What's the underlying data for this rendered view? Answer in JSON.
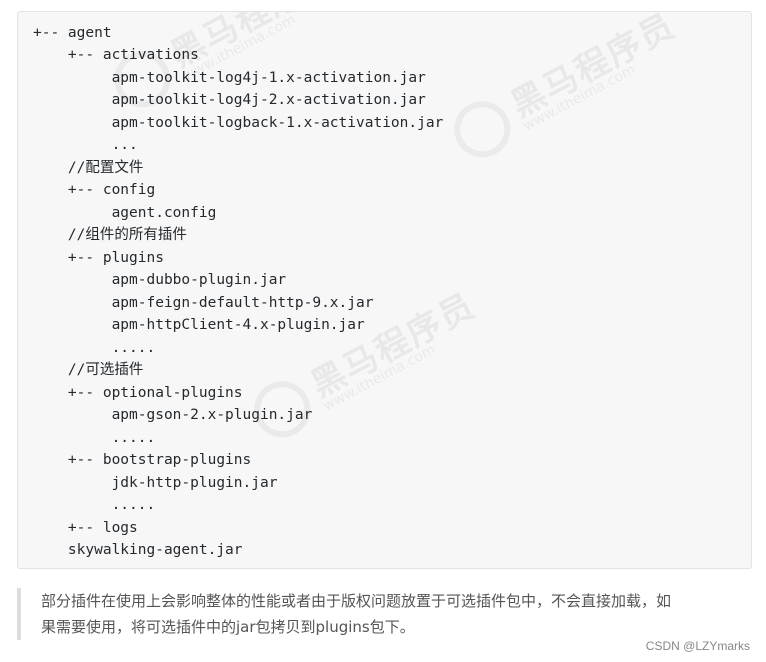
{
  "code_block": {
    "lines": [
      "+-- agent",
      "    +-- activations",
      "         apm-toolkit-log4j-1.x-activation.jar",
      "         apm-toolkit-log4j-2.x-activation.jar",
      "         apm-toolkit-logback-1.x-activation.jar",
      "         ...",
      "    //配置文件",
      "    +-- config",
      "         agent.config",
      "    //组件的所有插件",
      "    +-- plugins",
      "         apm-dubbo-plugin.jar",
      "         apm-feign-default-http-9.x.jar",
      "         apm-httpClient-4.x-plugin.jar",
      "         .....",
      "    //可选插件",
      "    +-- optional-plugins",
      "         apm-gson-2.x-plugin.jar",
      "         .....",
      "    +-- bootstrap-plugins",
      "         jdk-http-plugin.jar",
      "         .....",
      "    +-- logs",
      "    skywalking-agent.jar"
    ]
  },
  "watermark": {
    "brand": "黑马程序员",
    "site": "www.itheima.com"
  },
  "blockquote": {
    "line1": "部分插件在使用上会影响整体的性能或者由于版权问题放置于可选插件包中，不会直接加载，如",
    "line2": "果需要使用，将可选插件中的jar包拷贝到plugins包下。"
  },
  "footer": {
    "credit": "CSDN @LZYmarks"
  }
}
